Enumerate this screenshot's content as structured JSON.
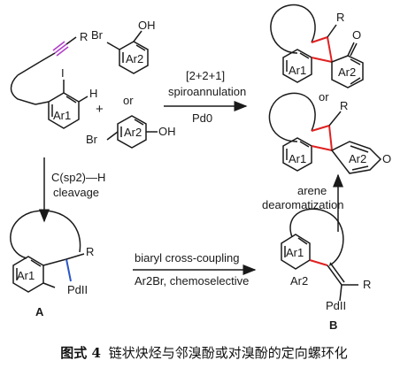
{
  "substrate": {
    "r_label": "R",
    "i_label": "I",
    "h_label": "H",
    "ring_label": "Ar1"
  },
  "reagents": {
    "plus": "+",
    "ortho": {
      "br": "Br",
      "oh": "OH",
      "ring": "Ar2"
    },
    "or_label": "or",
    "para": {
      "br": "Br",
      "oh": "OH",
      "ring": "Ar2"
    }
  },
  "spiro_arrow": {
    "line1": "[2+2+1]",
    "line2": "spiroannulation",
    "line3": "Pd0"
  },
  "cleavage_arrow": {
    "line1": "C(sp2)—H",
    "line2": "cleavage"
  },
  "coupling_arrow": {
    "line1": "biaryl cross-coupling",
    "line2": "Ar2Br, chemoselective"
  },
  "dearom_arrow": {
    "line1": "arene",
    "line2": "dearomatization"
  },
  "product_ortho": {
    "r": "R",
    "o": "O",
    "ar1": "Ar1",
    "ar2": "Ar2"
  },
  "product_or": "or",
  "product_para": {
    "r": "R",
    "o": "O",
    "ar1": "Ar1",
    "ar2": "Ar2"
  },
  "intermediate_a": {
    "ring": "Ar1",
    "pd": "PdII",
    "r": "R",
    "label": "A"
  },
  "intermediate_b": {
    "ar1": "Ar1",
    "ar2": "Ar2",
    "pd": "PdII",
    "r": "R",
    "label": "B"
  },
  "caption": {
    "prefix": "图式 4",
    "text": "链状炔烃与邻溴酚或对溴酚的定向螺环化"
  },
  "colors": {
    "alkyne": "#b040c8",
    "new_bond": "#e02020",
    "pd_bond": "#2a56c8",
    "ink": "#1a1a1a"
  }
}
